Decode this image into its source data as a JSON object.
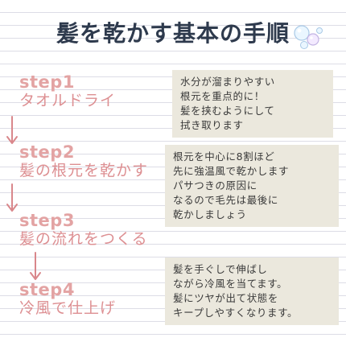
{
  "title": "髪を乾かす基本の手順",
  "steps": [
    {
      "label": "step1",
      "desc": "タオルドライ"
    },
    {
      "label": "step2",
      "desc": "髪の根元を乾かす"
    },
    {
      "label": "step3",
      "desc": "髪の流れをつくる"
    },
    {
      "label": "step4",
      "desc": "冷風で仕上げ"
    }
  ],
  "notes": [
    {
      "lines": [
        "水分が溜まりやすい",
        "根元を重点的に！",
        "髪を挟むようにして",
        "拭き取ります"
      ]
    },
    {
      "lines": [
        "根元を中心に8割ほど",
        "先に強温風で乾かします",
        "パサつきの原因に",
        "なるので毛先は最後に",
        "乾かしましょう"
      ]
    },
    {
      "lines": [
        "髪を手ぐしで伸ばし",
        "ながら冷風を当てます。",
        "髪にツヤが出て状態を",
        "キープしやすくなります。"
      ]
    }
  ],
  "colors": {
    "title": "#2e3a4d",
    "step_label": "#e3a3a3",
    "step_desc": "#dd8f92",
    "arrow": "#d9878b",
    "note_bg": "#ebe8dd",
    "lines": "#dddde6"
  }
}
